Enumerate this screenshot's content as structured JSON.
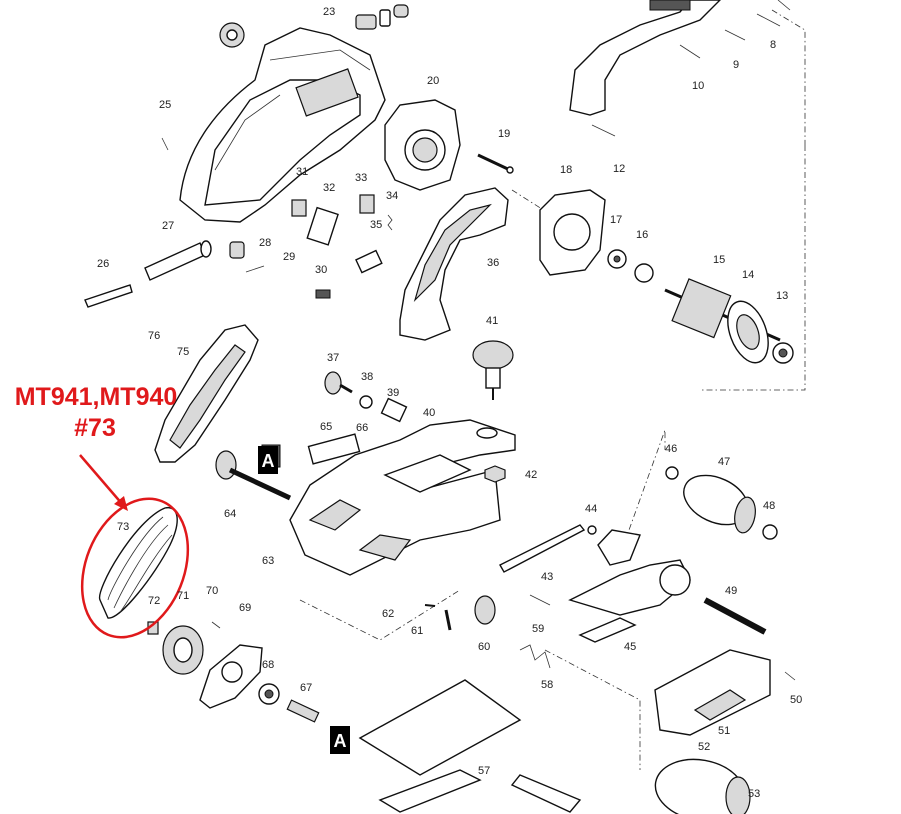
{
  "annotation": {
    "models": "MT941,MT940",
    "part_ref": "#73",
    "color": "#e0191b"
  },
  "diagram": {
    "labels": {
      "p8": "8",
      "p9": "9",
      "p10": "10",
      "p12": "12",
      "p13": "13",
      "p14": "14",
      "p15": "15",
      "p16": "16",
      "p17": "17",
      "p18": "18",
      "p19": "19",
      "p20": "20",
      "p23": "23",
      "p25": "25",
      "p26": "26",
      "p27": "27",
      "p28": "28",
      "p29": "29",
      "p30": "30",
      "p31": "31",
      "p32": "32",
      "p33": "33",
      "p34": "34",
      "p35": "35",
      "p36": "36",
      "p37": "37",
      "p38": "38",
      "p39": "39",
      "p40": "40",
      "p41": "41",
      "p42": "42",
      "p43": "43",
      "p44": "44",
      "p45": "45",
      "p46": "46",
      "p47": "47",
      "p48": "48",
      "p49": "49",
      "p50": "50",
      "p51": "51",
      "p52": "52",
      "p53": "53",
      "p57": "57",
      "p58": "58",
      "p59": "59",
      "p60": "60",
      "p61": "61",
      "p62": "62",
      "p63": "63",
      "p64": "64",
      "p65": "65",
      "p66": "66",
      "p67": "67",
      "p68": "68",
      "p69": "69",
      "p70": "70",
      "p71": "71",
      "p72": "72",
      "p73": "73",
      "p75": "75",
      "p76": "76"
    },
    "markers": {
      "a_top": "A",
      "a_bottom": "A"
    }
  }
}
